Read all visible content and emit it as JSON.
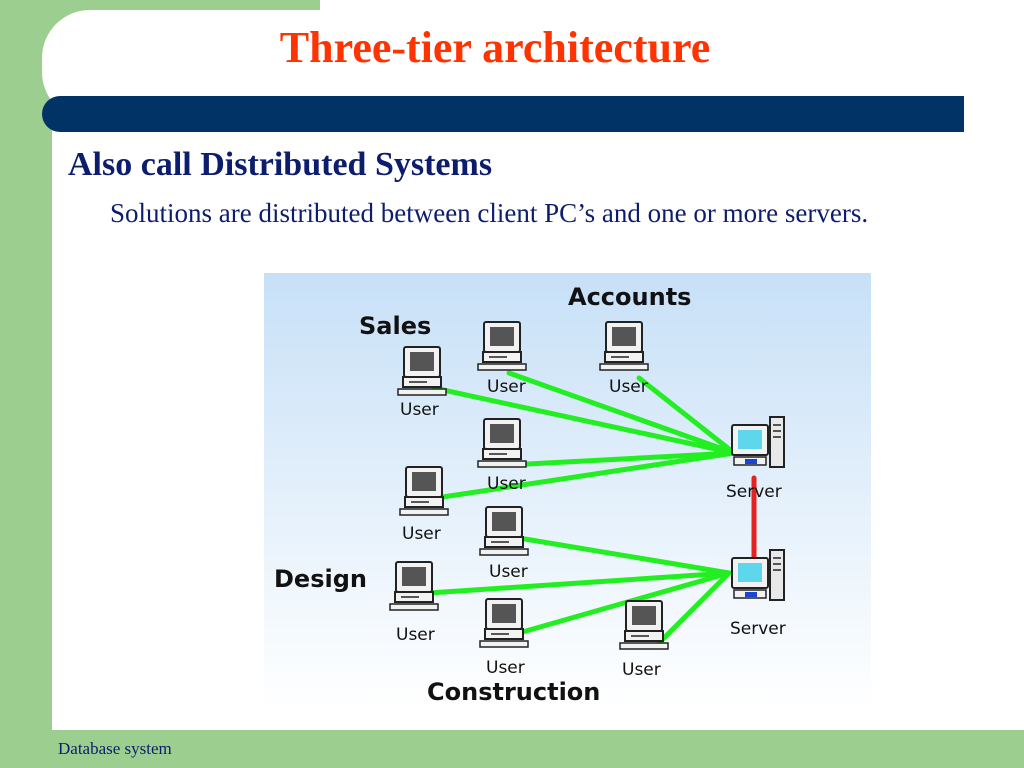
{
  "slide": {
    "title": "Three-tier architecture",
    "heading": "Also call Distributed Systems",
    "subtext": "Solutions are distributed between client PC’s and one or more servers.",
    "footer": "Database system"
  },
  "diagram": {
    "groups": [
      "Sales",
      "Accounts",
      "Design",
      "Construction"
    ],
    "node_label_user": "User",
    "node_label_server": "Server",
    "colors": {
      "link": "#22ee22",
      "server_link": "#e52222",
      "background_top": "#c7e0f7",
      "title": "#ff3300",
      "text": "#0d1d6e",
      "band": "#013366",
      "accent_green": "#9ccf8f"
    },
    "icons": [
      "computer-icon",
      "server-icon"
    ]
  }
}
